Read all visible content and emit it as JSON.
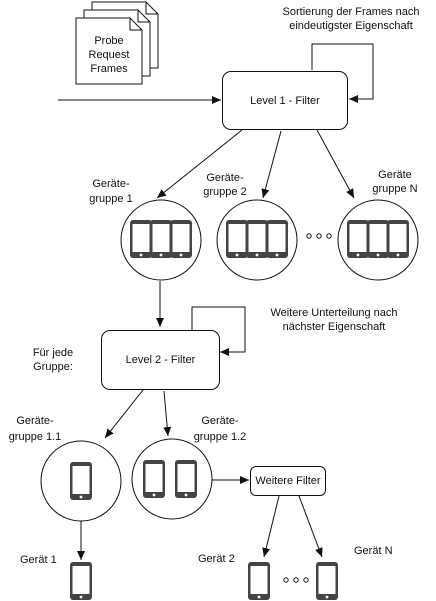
{
  "frames": {
    "line1": "Probe",
    "line2": "Request",
    "line3": "Frames"
  },
  "level1": {
    "label": "Level 1 - Filter",
    "loop_line1": "Sortierung der Frames nach",
    "loop_line2": "eindeutigster Eigenschaft"
  },
  "groups": [
    {
      "line1": "Geräte-",
      "line2": "gruppe 1"
    },
    {
      "line1": "Geräte-",
      "line2": "gruppe 2"
    },
    {
      "line1": "Geräte",
      "line2": "gruppe N"
    }
  ],
  "level2": {
    "label": "Level 2 - Filter",
    "loop_line1": "Weitere Unterteilung nach",
    "loop_line2": "nächster Eigenschaft",
    "per_group_line1": "Für jede",
    "per_group_line2": "Gruppe:"
  },
  "subgroups": [
    {
      "line1": "Geräte-",
      "line2": "gruppe 1.1"
    },
    {
      "line1": "Geräte-",
      "line2": "gruppe 1.2"
    }
  ],
  "further_filter": "Weitere Filter",
  "devices": {
    "d1": "Gerät 1",
    "d2": "Gerät 2",
    "dn": "Gerät N"
  }
}
